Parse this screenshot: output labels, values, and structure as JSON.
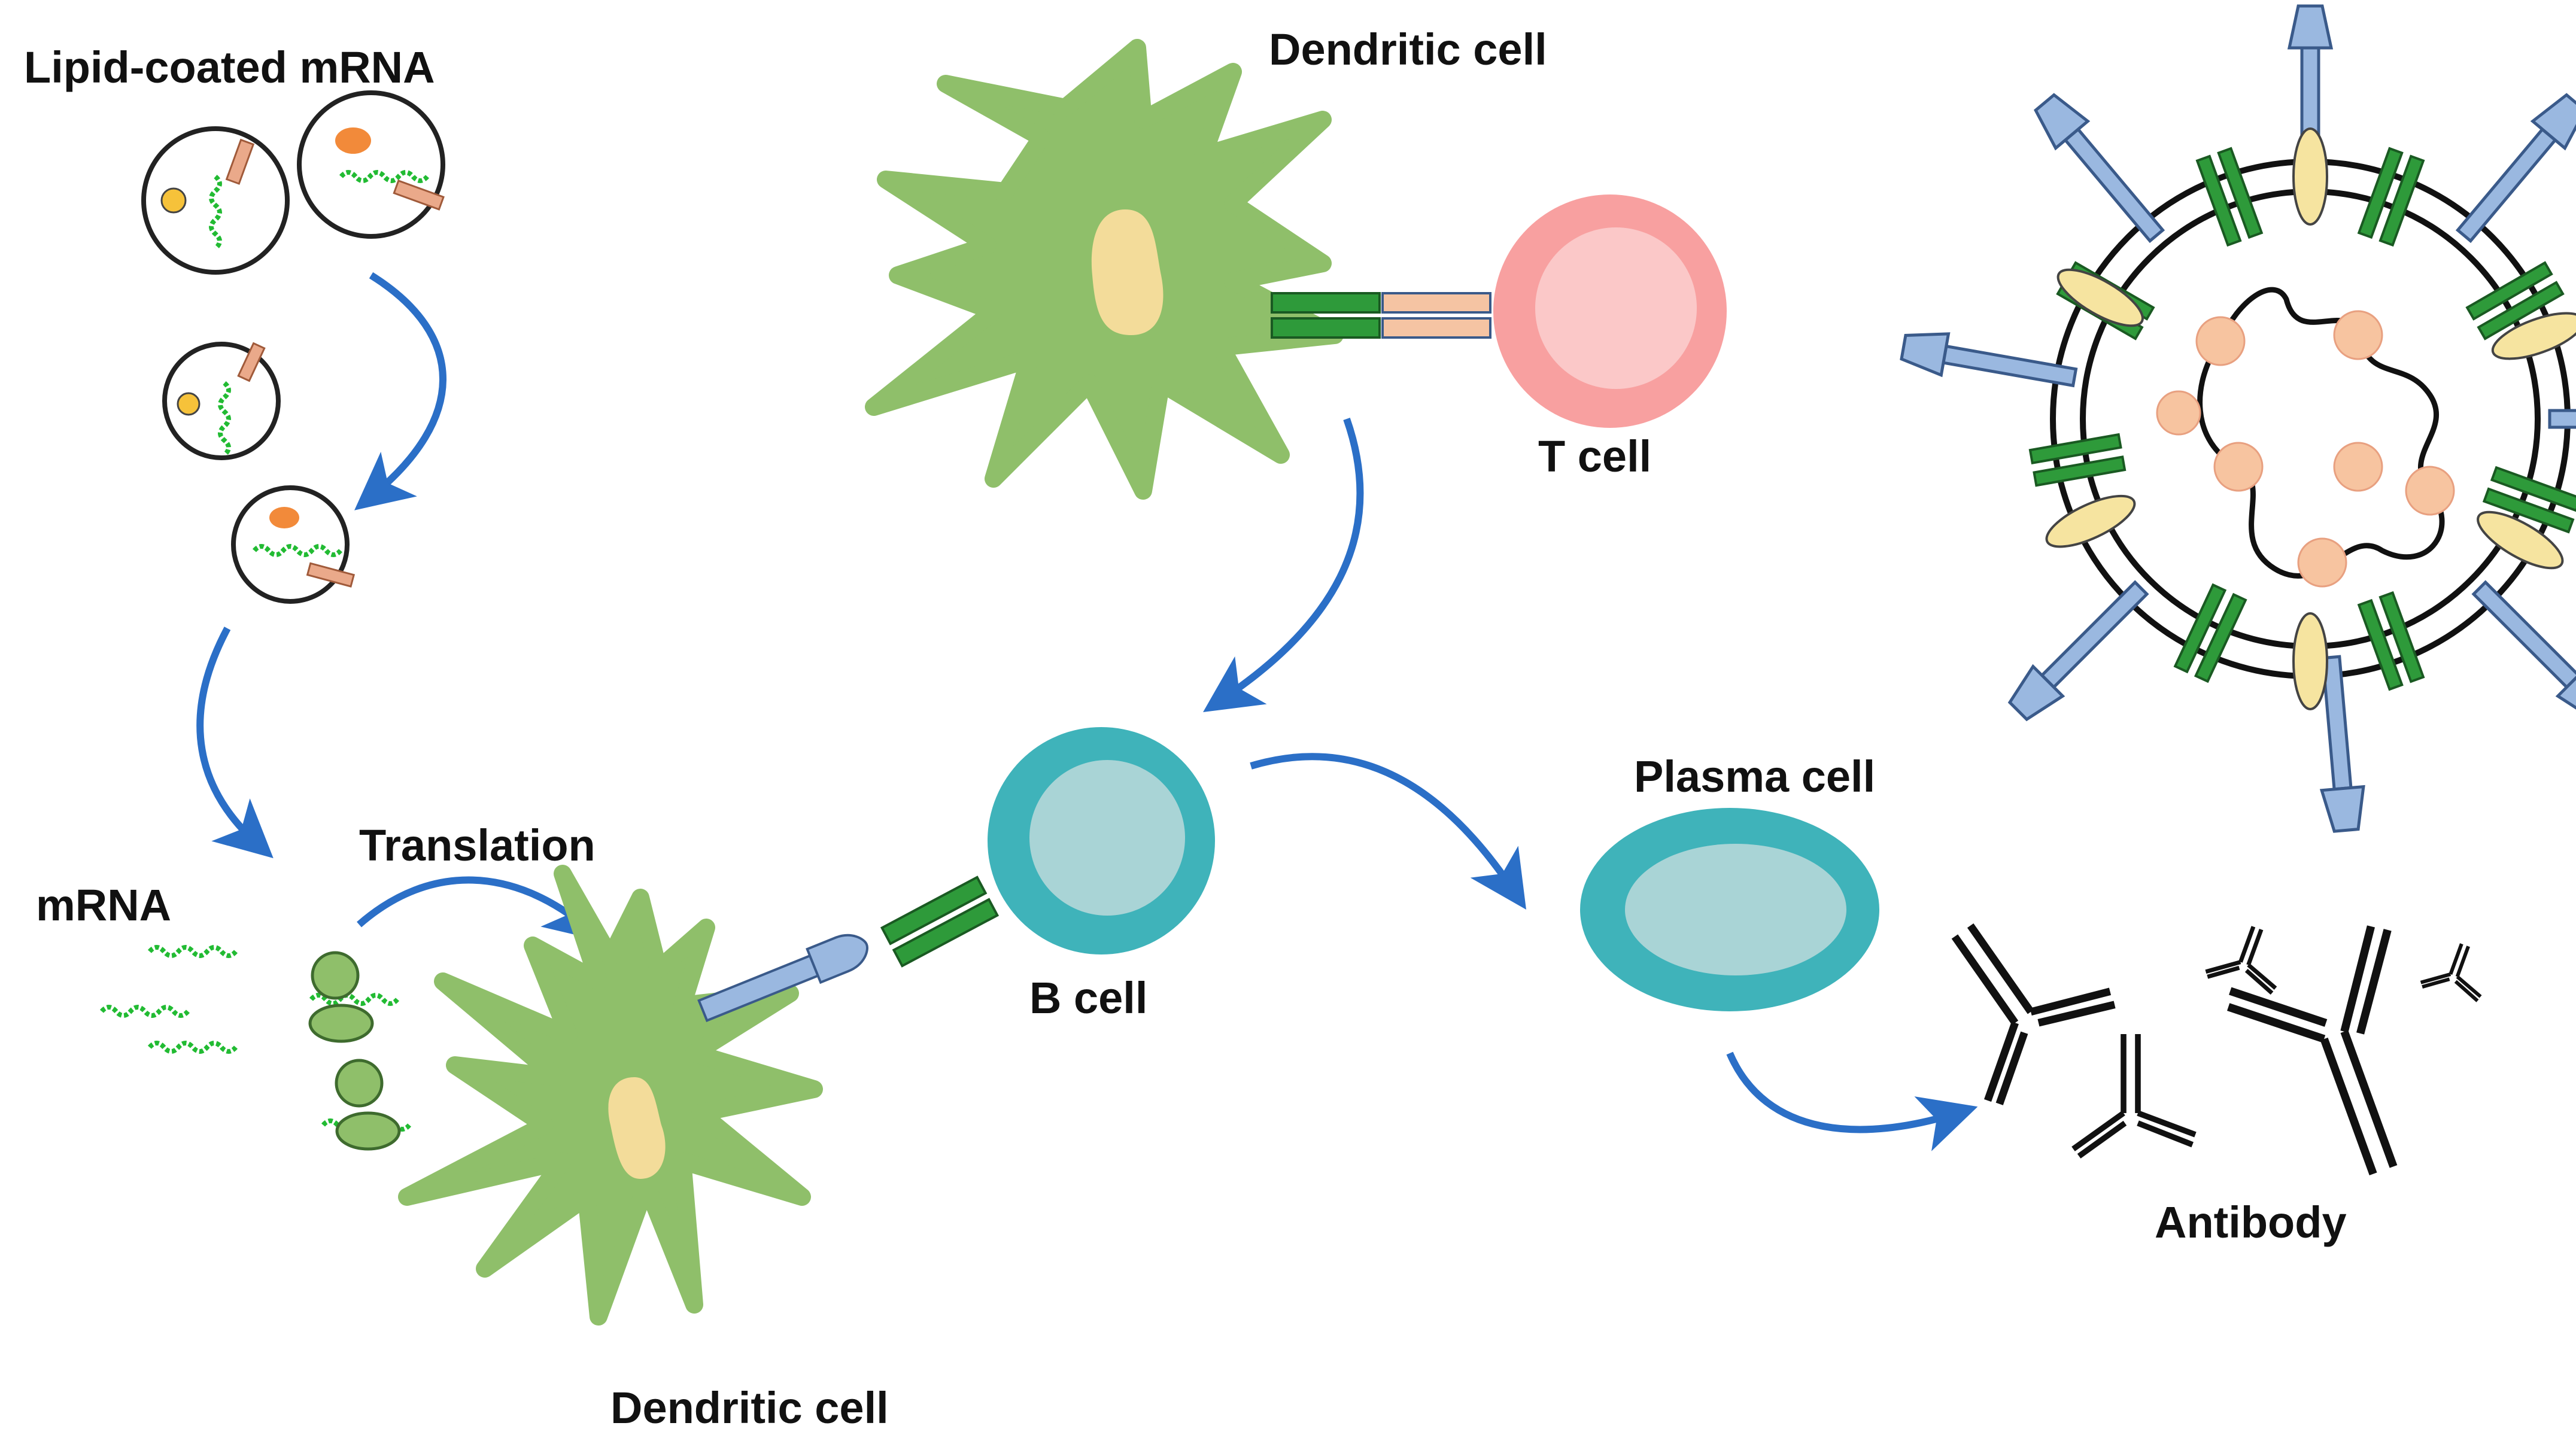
{
  "labels": {
    "lipid_coated_mrna": "Lipid-coated mRNA",
    "mrna": "mRNA",
    "translation": "Translation",
    "dendritic_cell_top": "Dendritic cell",
    "dendritic_cell_bottom": "Dendritic cell",
    "t_cell": "T cell",
    "b_cell": "B cell",
    "plasma_cell": "Plasma cell",
    "antibody": "Antibody"
  },
  "colors": {
    "dendritic_body": "#8fbf6a",
    "dendritic_nucleus": "#f3dc9a",
    "arrow": "#2b6fc7",
    "t_cell_outer": "#f8a0a0",
    "t_cell_inner": "#fbc8c8",
    "b_cell_outer": "#3fb3ba",
    "b_cell_inner": "#a9d4d6",
    "mhc_green": "#2e9a3a",
    "tcr_peach": "#f5c4a3",
    "spike_blue": "#9ab8e0",
    "lipid_orange": "#f28a3a",
    "lipid_yellow": "#f6c23a",
    "lipid_tail": "#eaa98a",
    "virus_yellow": "#f6e4a0",
    "rna_bead": "#f7c4a0",
    "antibody": "#111111"
  }
}
